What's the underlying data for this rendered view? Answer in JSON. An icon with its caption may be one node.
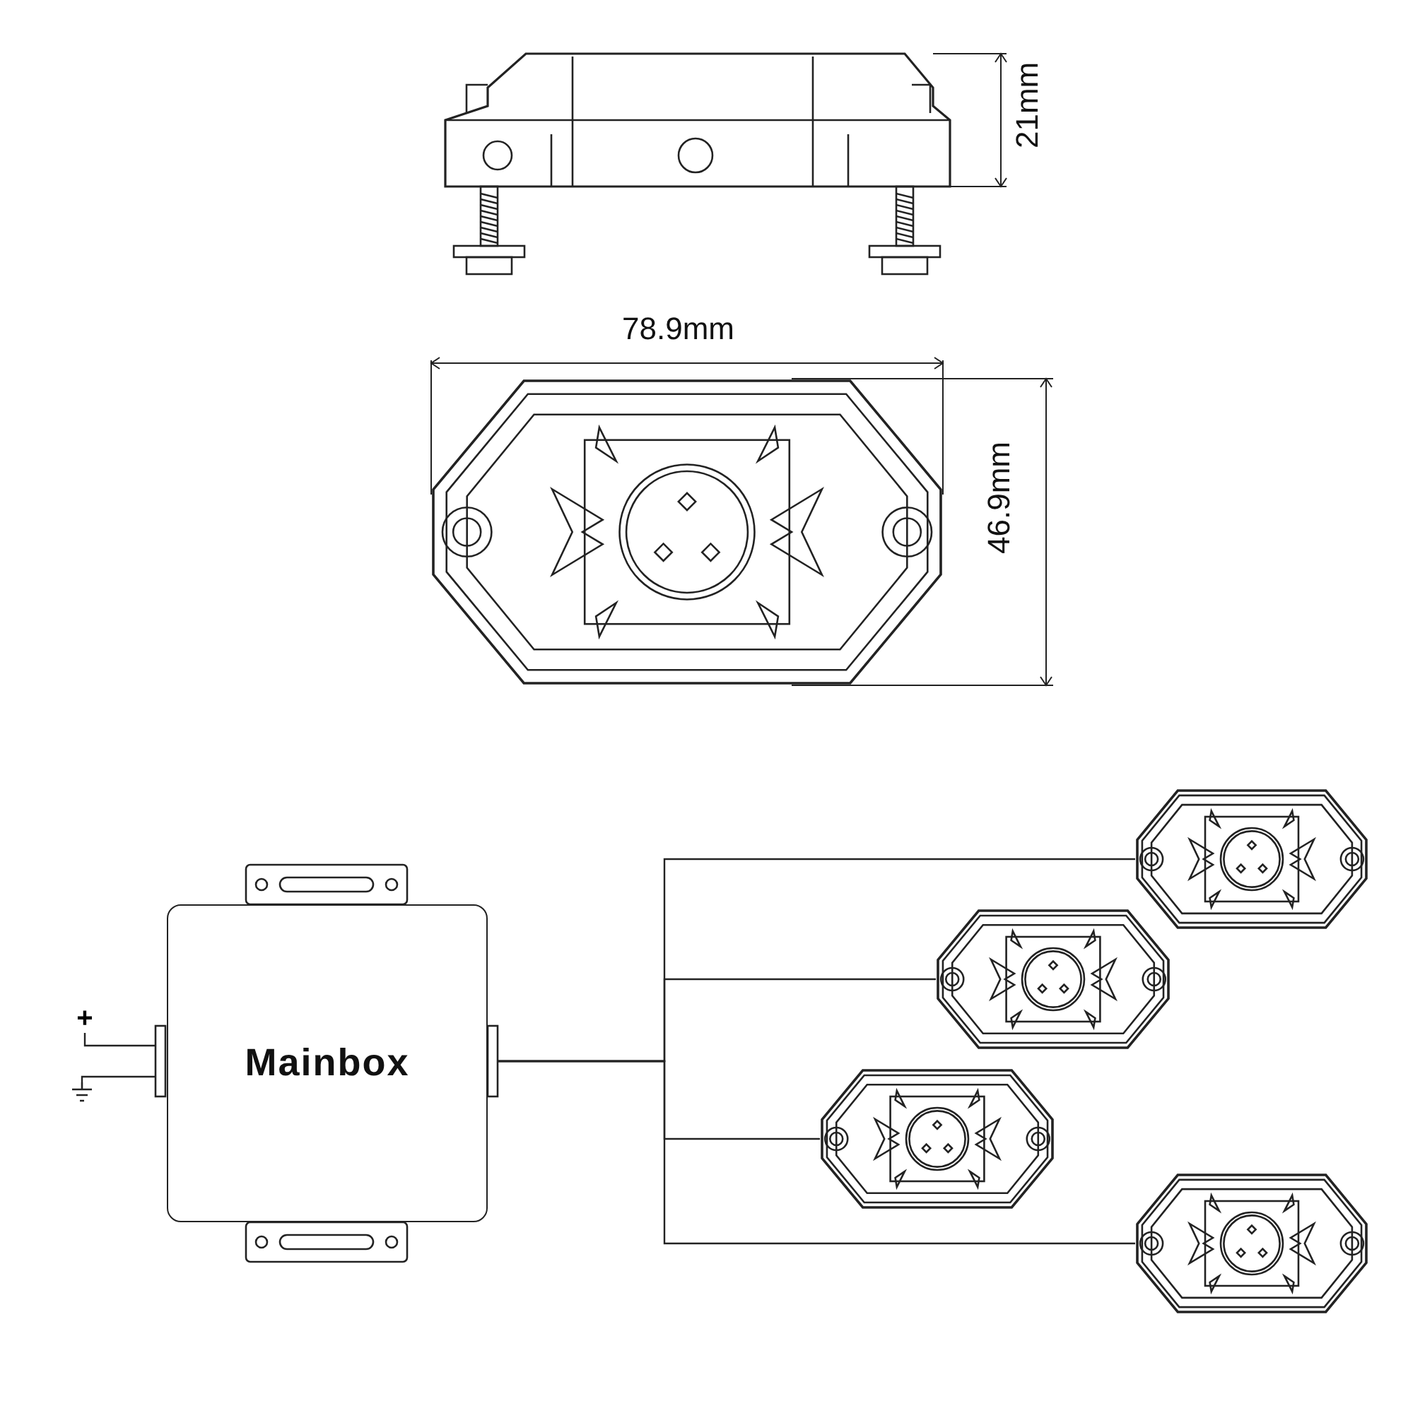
{
  "diagram": {
    "nodes": [
      {
        "text": [
          "Mainbox"
        ]
      },
      {
        "text": [],
        "shape": "picture"
      },
      {
        "text": [],
        "shape": "picture"
      },
      {
        "text": [],
        "shape": "picture"
      },
      {
        "text": [],
        "shape": "picture"
      },
      {
        "text": [
          "+"
        ]
      },
      {
        "text": [],
        "shape": "picture"
      }
    ],
    "edges": [
      {
        "from": 0,
        "to": 1,
        "arrow": "none"
      },
      {
        "from": 0,
        "to": 2,
        "arrow": "none"
      },
      {
        "from": 0,
        "to": 3,
        "arrow": "none"
      },
      {
        "from": 0,
        "to": 4,
        "arrow": "none"
      },
      {
        "from": 5,
        "to": 0,
        "arrow": "none"
      },
      {
        "from": 6,
        "to": 0,
        "arrow": "none"
      }
    ],
    "labels": [
      "21mm",
      "78.9mm",
      "46.9mm"
    ]
  }
}
